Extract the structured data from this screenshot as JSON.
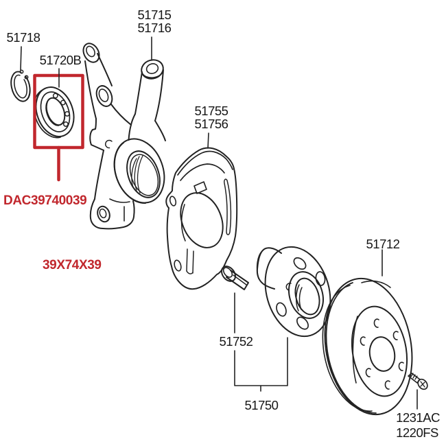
{
  "diagram": {
    "description": "Exploded parts diagram of a front wheel hub and steering knuckle assembly",
    "colors": {
      "line": "#222222",
      "highlight_red": "#c1272d",
      "background": "#ffffff"
    },
    "labels": {
      "snap_ring": "51718",
      "bearing": "51720B",
      "knuckle_line1": "51715",
      "knuckle_line2": "51716",
      "shield_line1": "51755",
      "shield_line2": "51756",
      "bearing_code": "DAC39740039",
      "bearing_dimensions": "39X74X39",
      "bolt": "51752",
      "hub": "51750",
      "disc": "51712",
      "screw_line1": "1231AC",
      "screw_line2": "1220FS"
    }
  }
}
